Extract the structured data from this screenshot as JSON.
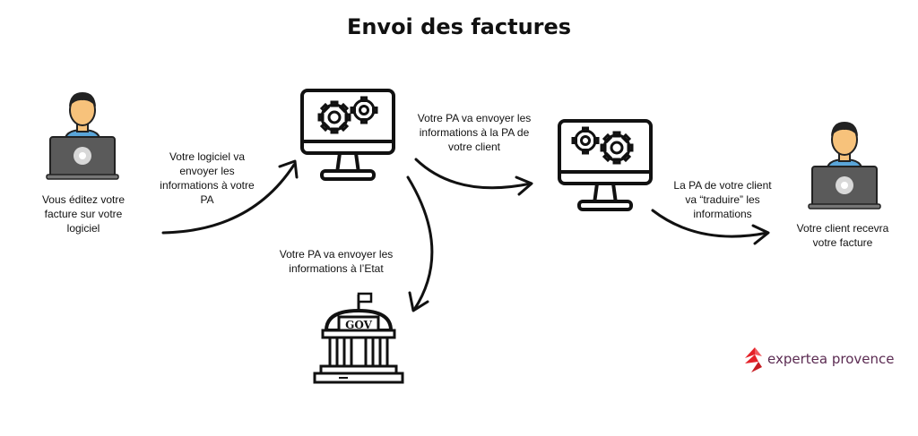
{
  "title": "Envoi des factures",
  "labels": {
    "you_edit": "Vous éditez votre facture sur votre logiciel",
    "software_sends": "Votre logiciel va envoyer les informations à votre PA",
    "pa_to_client_pa": "Votre PA va envoyer les informations à la PA de votre client",
    "pa_to_state": "Votre PA va envoyer les informations à l’Etat",
    "client_pa_translates": "La PA de votre client va “traduire” les informations",
    "client_receives": "Votre client recevra votre facture"
  },
  "gov_sign": "GOV",
  "logo": {
    "brand": "expertea",
    "region": "provence"
  },
  "colors": {
    "accent_red": "#e42229",
    "brand_purple": "#5b2b52",
    "shirt_blue": "#5aa5d8",
    "skin": "#f7c27b",
    "hair": "#222222",
    "laptop": "#5a5a5a"
  },
  "icons": [
    "user-laptop-icon",
    "monitor-gears-icon",
    "government-building-icon",
    "expertea-logo-icon"
  ]
}
